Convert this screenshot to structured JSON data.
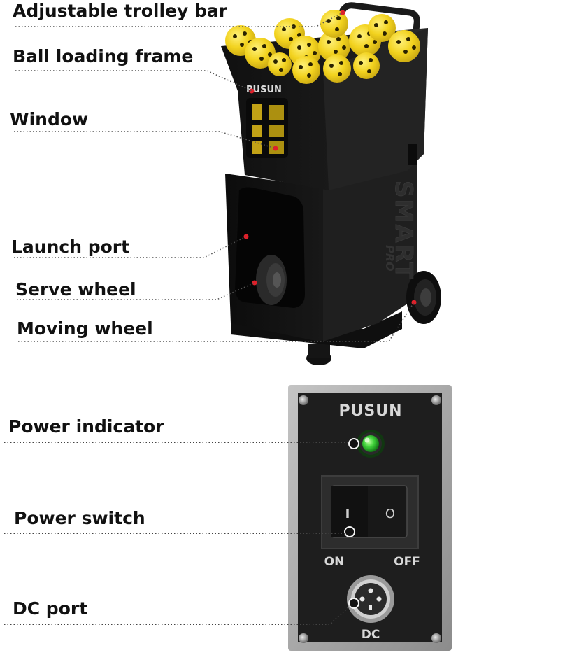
{
  "labels": {
    "trolley_bar": "Adjustable trolley bar",
    "ball_loading_frame": "Ball loading frame",
    "window": "Window",
    "launch_port": "Launch port",
    "serve_wheel": "Serve wheel",
    "moving_wheel": "Moving wheel",
    "power_indicator": "Power indicator",
    "power_switch": "Power switch",
    "dc_port": "DC port"
  },
  "machine": {
    "brand": "PUSUN",
    "model_text": "SMART",
    "model_suffix": "PRO"
  },
  "panel": {
    "brand": "PUSUN",
    "switch_on_symbol": "I",
    "switch_off_symbol": "O",
    "on_label": "ON",
    "off_label": "OFF",
    "dc_label": "DC"
  },
  "colors": {
    "machine_body": "#141414",
    "ball_yellow": "#f2d21e",
    "indicator_green": "#3fd13a",
    "callout_dot": "#e0202a",
    "panel_frame": "#a8a8a8",
    "panel_face": "#1e1e1e"
  },
  "icons": [
    "machine-illustration",
    "control-panel-illustration"
  ]
}
